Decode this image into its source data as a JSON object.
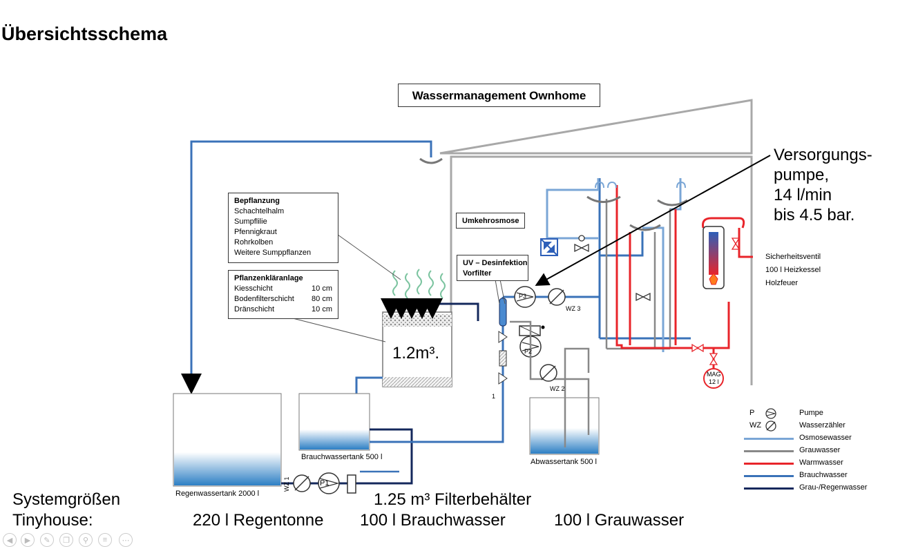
{
  "slide_title": "Übersichtsschema",
  "diagram_title": "Wassermanagement  Ownhome",
  "pump_note": [
    "Versorgungs-",
    "pumpe,",
    "14 l/min",
    "bis 4.5 bar."
  ],
  "plant_box": {
    "heading": "Bepflanzung",
    "items": [
      "Schachtelhalm",
      "Sumpflilie",
      "Pfennigkraut",
      "Rohrkolben",
      "Weitere Sumppflanzen"
    ]
  },
  "layer_box": {
    "heading": "Pflanzenkläranlage",
    "rows": [
      {
        "name": "Kiesschicht",
        "value": "10 cm"
      },
      {
        "name": "Bodenfilterschicht",
        "value": "80 cm"
      },
      {
        "name": "Dränschicht",
        "value": "10 cm"
      }
    ]
  },
  "labels": {
    "umkehrosmose": "Umkehrosmose",
    "uv_line1": "UV – Desinfektion",
    "uv_line2": "Vorfilter",
    "filter_volume": "1.2m³.",
    "p1": "P1",
    "p2": "P2",
    "p3": "P3",
    "wz1": "WZ 1",
    "wz2": "WZ 2",
    "wz3": "WZ 3",
    "valve_1": "1",
    "mag_line1": "MAG",
    "mag_line2": "12 l",
    "heater_safety": "Sicherheitsventil",
    "heater_boiler": "100 l Heizkessel",
    "heater_wood": "Holzfeuer",
    "tank_rain": "Regenwassertank 2000 l",
    "tank_grey_use": "Brauchwassertank 500 l",
    "tank_waste": "Abwassertank 500 l"
  },
  "legend": {
    "symbols": [
      {
        "key": "P",
        "text": "Pumpe"
      },
      {
        "key": "WZ",
        "text": "Wasserzähler"
      }
    ],
    "lines": [
      {
        "text": "Osmosewasser",
        "color": "#7aa6d6"
      },
      {
        "text": "Grauwasser",
        "color": "#888888"
      },
      {
        "text": "Warmwasser",
        "color": "#e8242a"
      },
      {
        "text": "Brauchwasser",
        "color": "#3a72b8"
      },
      {
        "text": "Grau-/Regenwasser",
        "color": "#14285c"
      }
    ]
  },
  "system_sizes": {
    "label_line1": "Systemgrößen",
    "label_line2": "Tinyhouse:",
    "filter": "1.25 m³ Filterbehälter",
    "rain_barrel": "220 l Regentonne",
    "service_water": "100 l Brauchwasser",
    "grey_water": "100 l Grauwasser"
  },
  "colors": {
    "osmose": "#7aa6d6",
    "grey": "#888888",
    "hot": "#e8242a",
    "service": "#3a72b8",
    "rain": "#14285c",
    "house": "#a8a8a8"
  }
}
